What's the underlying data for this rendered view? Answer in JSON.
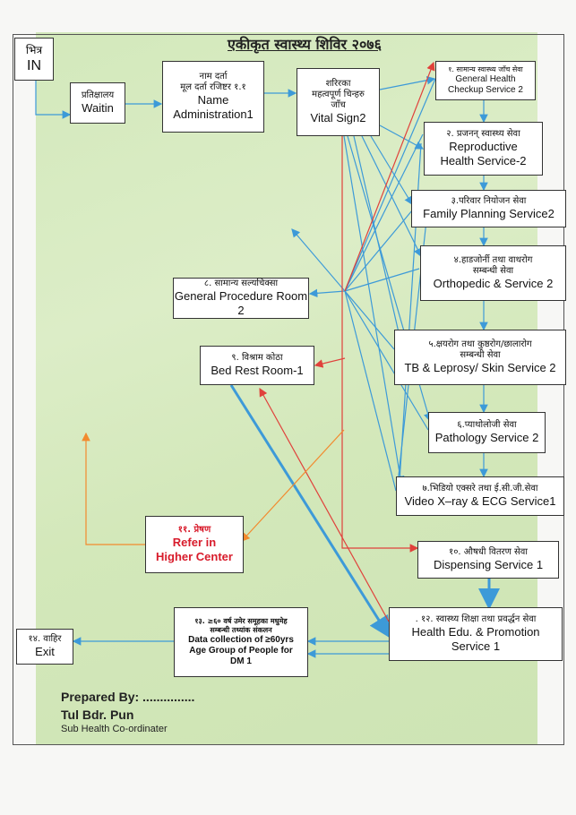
{
  "title": "एकीकृत स्वास्थ्य शिविर २०७६",
  "entry": {
    "np": "भित्र",
    "en": "IN"
  },
  "waiting": {
    "np": "प्रतिक्षालय",
    "en": "Waitin"
  },
  "registration": {
    "np1": "नाम दर्ता",
    "np2": "मूल दर्ता रजिष्टर १.१",
    "en1": "Name",
    "en2": "Administration1"
  },
  "vitals": {
    "np1": "शरिरका",
    "np2": "महत्वपूर्ण चिन्हरु",
    "np3": "जाँच",
    "en": "Vital Sign2"
  },
  "services": {
    "general": {
      "np": "१. सामान्य स्वास्थ्य जाँच सेवा",
      "en1": "General Health",
      "en2": "Checkup Service 2"
    },
    "reproductive": {
      "np": "२. प्रजनन् स्वास्थ्य सेवा",
      "en1": "Reproductive",
      "en2": "Health Service-2"
    },
    "family": {
      "np": "३.परिवार नियोजन सेवा",
      "en": "Family Planning Service2"
    },
    "ortho": {
      "np1": "४.हाडजोर्नी तथा वाथरोग",
      "np2": "सम्बन्धी सेवा",
      "en": "Orthopedic &  Service 2"
    },
    "tb": {
      "np1": "५.क्षयरोग तथा कुष्ठरोग/छालारोग",
      "np2": "सम्बन्धी सेवा",
      "en": "TB & Leprosy/ Skin Service 2"
    },
    "pathology": {
      "np": "६.प्याथोलोजी सेवा",
      "en": "Pathology Service 2"
    },
    "xray": {
      "np": "७.भिडियो एक्सरे तथा ई.सी.जी.सेवा",
      "en": "Video X–ray & ECG Service1"
    },
    "procedure": {
      "np": "८. सामान्य सल्यचिक्सा",
      "en": "General Procedure Room 2"
    },
    "bedrest": {
      "np": "९. विश्राम कोठा",
      "en": "Bed Rest Room-1"
    },
    "dispensing": {
      "np": "१०. औषधी वितरण सेवा",
      "en": "Dispensing Service 1"
    },
    "referral": {
      "np": "११. प्रेषण",
      "en1": "Refer in",
      "en2": "Higher Center"
    },
    "education": {
      "np": ". १२. स्वास्थ्य शिक्षा तथा प्रवर्द्धन सेवा",
      "en1": "Health Edu. & Promotion",
      "en2": "Service 1"
    },
    "datacollection": {
      "np1": "१३. ≥६० वर्ष उमेर समूहका मधुमेह",
      "np2": "सम्बन्धी तथ्यांक संकलन",
      "en1": "Data collection of ≥60yrs",
      "en2": "Age Group of People for",
      "en3": "DM 1"
    }
  },
  "exit": {
    "np": "१४. वाहिर",
    "en": "Exit"
  },
  "footer": {
    "prepared": "Prepared By: ...............",
    "name": "Tul Bdr. Pun",
    "role": "Sub Health Co-ordinater"
  },
  "colors": {
    "blue": "#3d9ad8",
    "red": "#e0413b",
    "orange": "#f28a2e",
    "green_bg": "#cfe7b5"
  }
}
